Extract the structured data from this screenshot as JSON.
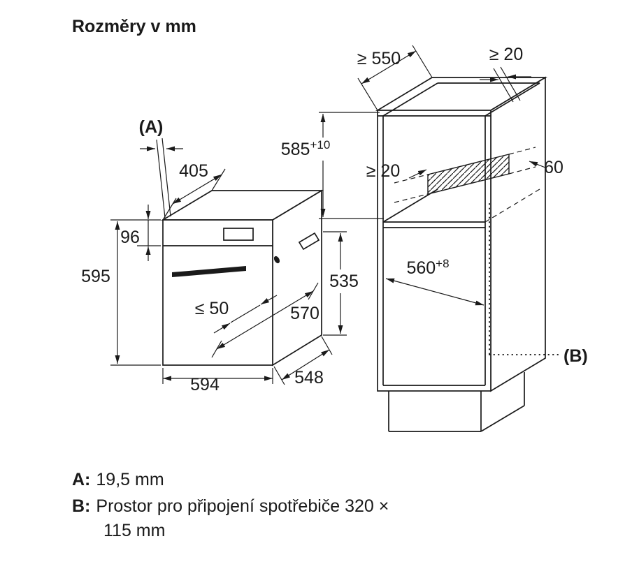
{
  "title": "Rozměry v mm",
  "oven": {
    "label_a": "(A)",
    "dims": {
      "top_depth": "405",
      "panel_height": "96",
      "height": "595",
      "handle_clearance": "≤ 50",
      "depth_with_door": "570",
      "body_height": "535",
      "width": "594",
      "body_depth": "548"
    }
  },
  "cabinet": {
    "label_b": "(B)",
    "dims": {
      "min_depth": "≥ 550",
      "rear_gap_top": "≥ 20",
      "niche_height": "585",
      "niche_height_tol": "+10",
      "rear_gap_inner": "≥ 20",
      "vent_strip": "60",
      "niche_width": "560",
      "niche_width_tol": "+8"
    }
  },
  "legend": {
    "a_key": "A:",
    "a_text": "19,5 mm",
    "b_key": "B:",
    "b_text": "Prostor pro připojení spotřebiče 320 ×",
    "b_text_cont": "115 mm"
  }
}
